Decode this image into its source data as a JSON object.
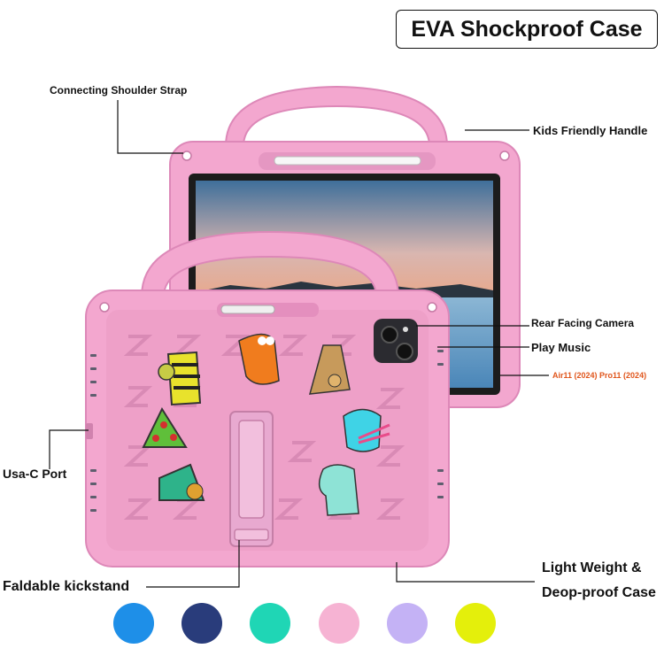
{
  "title": "EVA Shockproof Case",
  "labels": {
    "shoulder_strap": "Connecting Shoulder Strap",
    "handle": "Kids Friendly Handle",
    "camera": "Rear Facing Camera",
    "music": "Play Music",
    "models": "Air11  (2024)  Pro11 (2024)",
    "usbc": "Usa-C Port",
    "kickstand": "Faldable kickstand",
    "light_weight_1": "Light Weight &",
    "light_weight_2": "Deop-proof Case"
  },
  "colors": {
    "case_pink": "#f3a7cf",
    "case_pink_dark": "#dd88b8",
    "accent_orange": "#e0561c"
  },
  "color_options": [
    {
      "name": "sky-blue",
      "hex": "#1e8fe8"
    },
    {
      "name": "navy",
      "hex": "#293c7b"
    },
    {
      "name": "turquoise",
      "hex": "#1fd6b5"
    },
    {
      "name": "pink",
      "hex": "#f6b3d3"
    },
    {
      "name": "lavender",
      "hex": "#c4b2f5"
    },
    {
      "name": "yellow",
      "hex": "#e4ef0b"
    }
  ]
}
